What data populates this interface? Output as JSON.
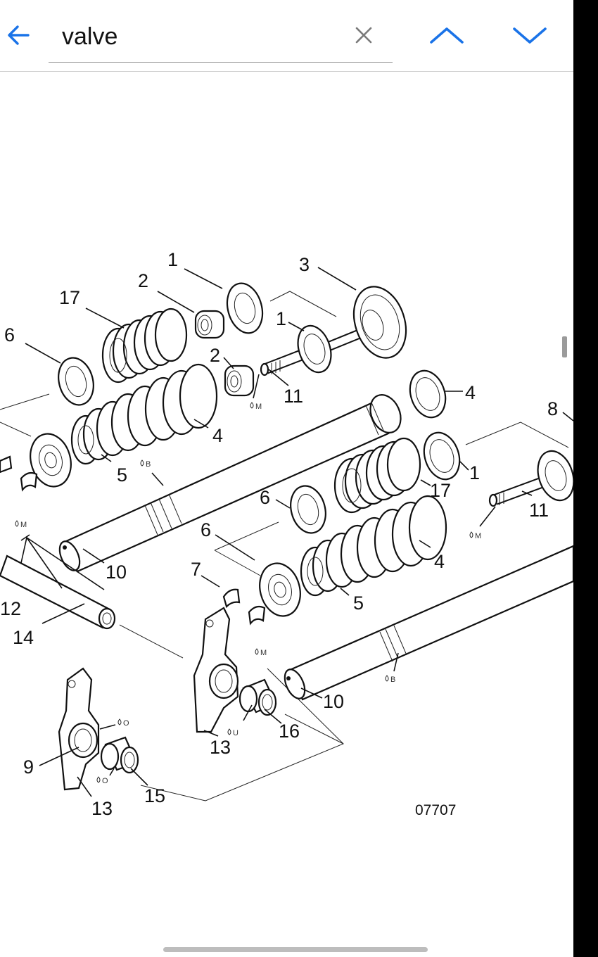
{
  "search": {
    "query": "valve",
    "placeholder": ""
  },
  "toolbar": {
    "back_icon": "arrow-left-icon",
    "clear_icon": "close-icon",
    "prev_icon": "chevron-up-icon",
    "next_icon": "chevron-down-icon",
    "accent_color": "#1a73e8"
  },
  "diagram": {
    "drawing_number": "07707",
    "callouts": {
      "c1a": "1",
      "c1b": "1",
      "c1c": "1",
      "c2a": "2",
      "c2b": "2",
      "c3": "3",
      "c4a": "4",
      "c4b": "4",
      "c4c": "4",
      "c5a": "5",
      "c5b": "5",
      "c6a": "6",
      "c6b": "6",
      "c6c": "6",
      "c7": "7",
      "c8": "8",
      "c9": "9",
      "c10a": "10",
      "c10b": "10",
      "c11a": "11",
      "c11b": "11",
      "c12": "12",
      "c13a": "13",
      "c13b": "13",
      "c14": "14",
      "c15": "15",
      "c16": "16",
      "c17a": "17",
      "c17b": "17"
    },
    "lube_marks": {
      "m1": "M",
      "m2": "M",
      "m3": "M",
      "m4": "M",
      "b1": "B",
      "b2": "B",
      "o1": "O",
      "o2": "O",
      "u1": "U"
    }
  }
}
